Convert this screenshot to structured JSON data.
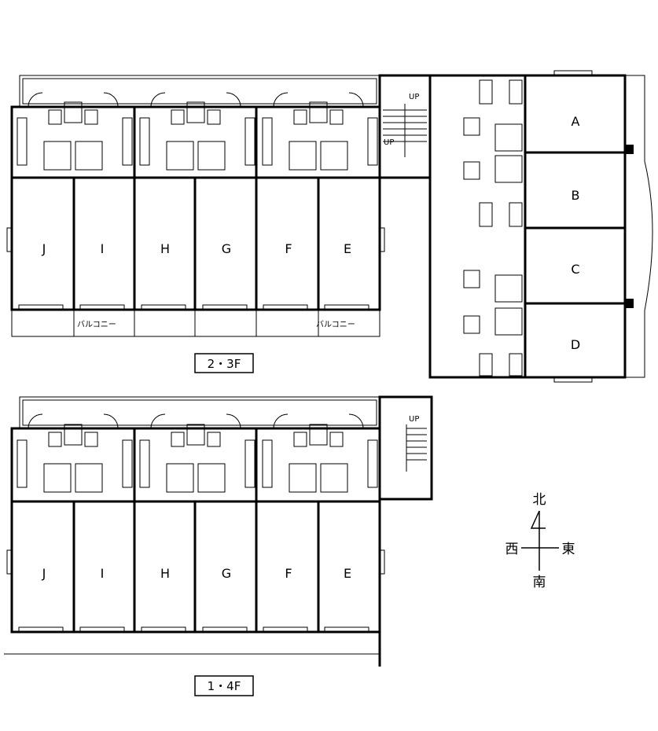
{
  "floors": [
    {
      "label": "2・3F",
      "units": [
        "J",
        "I",
        "H",
        "G",
        "F",
        "E"
      ]
    },
    {
      "label": "1・4F",
      "units": [
        "J",
        "I",
        "H",
        "G",
        "F",
        "E"
      ]
    }
  ],
  "east_units": [
    "A",
    "B",
    "C",
    "D"
  ],
  "stairs": {
    "up": "UP"
  },
  "balcony": "バルコニー",
  "compass": {
    "north": "北",
    "south": "南",
    "east": "東",
    "west": "西"
  },
  "colors": {
    "line": "#000000",
    "background": "#ffffff"
  }
}
